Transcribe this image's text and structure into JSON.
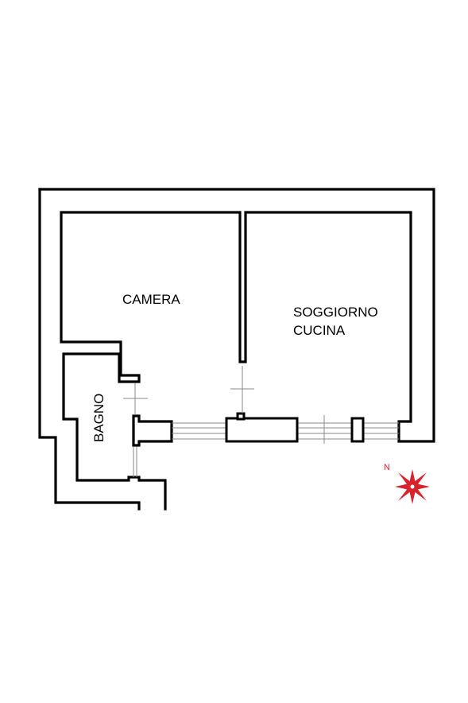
{
  "rooms": {
    "camera": "CAMERA",
    "soggiorno_line1": "SOGGIORNO",
    "soggiorno_line2": "CUCINA",
    "bagno": "BAGNO"
  },
  "compass": {
    "label": "N",
    "color": "#d7232d"
  }
}
